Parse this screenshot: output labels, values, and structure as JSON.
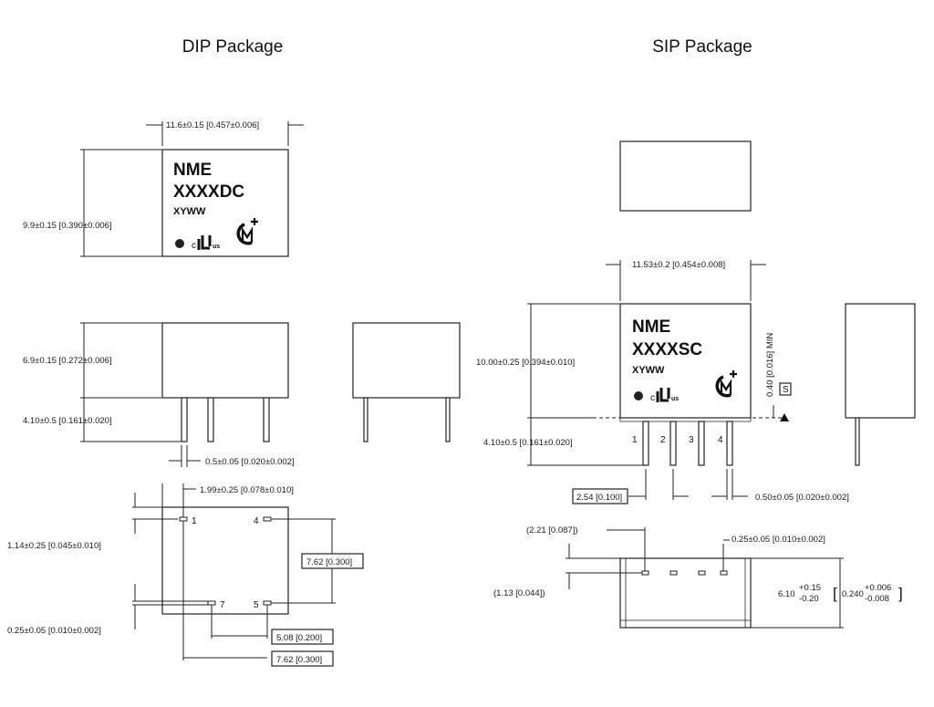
{
  "titles": {
    "dip": "DIP Package",
    "sip": "SIP Package"
  },
  "dip": {
    "marking": {
      "line1": "NME",
      "line2": "XXXXDC",
      "line3": "XYWW"
    },
    "dims": {
      "width": "11.6±0.15 [0.457±0.006]",
      "height_top": "9.9±0.15 [0.390±0.006]",
      "body_height": "6.9±0.15 [0.272±0.006]",
      "pin_length": "4.10±0.5 [0.161±0.020]",
      "pin_width": "0.5±0.05 [0.020±0.002]",
      "pin_offset": "1.99±0.25 [0.078±0.010]",
      "pad_y": "1.14±0.25 [0.045±0.010]",
      "pad_w": "0.25±0.05 [0.010±0.002]",
      "row_spacing": "7.62 [0.300]",
      "pitch_a": "5.08 [0.200]",
      "pitch_b": "7.62 [0.300]"
    },
    "pins": {
      "p1": "1",
      "p4": "4",
      "p5": "5",
      "p7": "7"
    }
  },
  "sip": {
    "marking": {
      "line1": "NME",
      "line2": "XXXXSC",
      "line3": "XYWW"
    },
    "dims": {
      "width": "11.53±0.2 [0.454±0.008]",
      "body_height": "10.00±0.25 [0.394±0.010]",
      "standoff": "0.40 [0.016] MIN",
      "seat_mark": "S",
      "pin_length": "4.10±0.5 [0.161±0.020]",
      "pitch": "2.54 [0.100]",
      "pin_width": "0.50±0.05 [0.020±0.002]",
      "pin_offset_x": "(2.21 [0.087])",
      "pin_offset_y": "(1.13 [0.044])",
      "pin_thick": "0.25±0.05 [0.010±0.002]",
      "depth_mm": "6.10",
      "depth_mm_tol_plus": "+0.15",
      "depth_mm_tol_minus": "-0.20",
      "depth_in": "0.240",
      "depth_in_tol_plus": "+0.006",
      "depth_in_tol_minus": "-0.008"
    },
    "pins": [
      "1",
      "2",
      "3",
      "4"
    ]
  },
  "logos": {
    "ul_c": "c",
    "ul_us": "us"
  }
}
